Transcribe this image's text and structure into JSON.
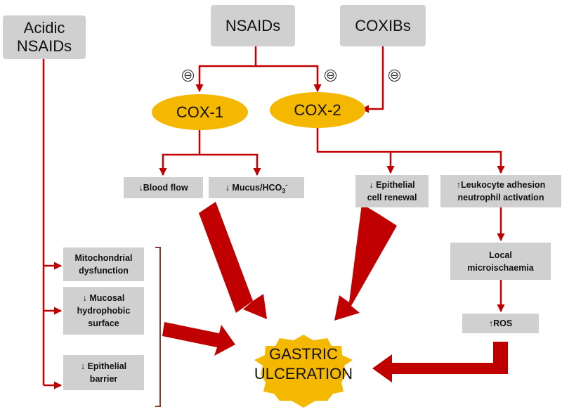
{
  "drugs": {
    "acidic_nsaids": [
      "Acidic",
      "NSAIDs"
    ],
    "nsaids": "NSAIDs",
    "coxibs": "COXIBs"
  },
  "enzymes": {
    "cox1": "COX-1",
    "cox2": "COX-2"
  },
  "inhibition_symbol": "⊖",
  "effects": {
    "blood_flow": "↓Blood flow",
    "mucus_prefix": "↓ Mucus/HCO",
    "mucus_sub": "3",
    "mucus_sup": "-",
    "epithelial_renewal": [
      "↓ Epithelial",
      "cell renewal"
    ],
    "leukocyte": [
      "↑Leukocyte adhesion",
      "neutrophil activation"
    ],
    "microischaemia": [
      "Local",
      "microischaemia"
    ],
    "ros": "↑ROS",
    "mitochondrial": [
      "Mitochondrial",
      "dysfunction"
    ],
    "mucosal_surface": [
      "↓ Mucosal",
      "hydrophobic",
      "surface"
    ],
    "epithelial_barrier": [
      "↓ Epithelial",
      "barrier"
    ]
  },
  "outcome": [
    "GASTRIC",
    "ULCERATION"
  ],
  "colors": {
    "arrow": "#c00000",
    "oval": "#f5b800",
    "box": "#d0d0d0",
    "star": "#f5b800"
  }
}
